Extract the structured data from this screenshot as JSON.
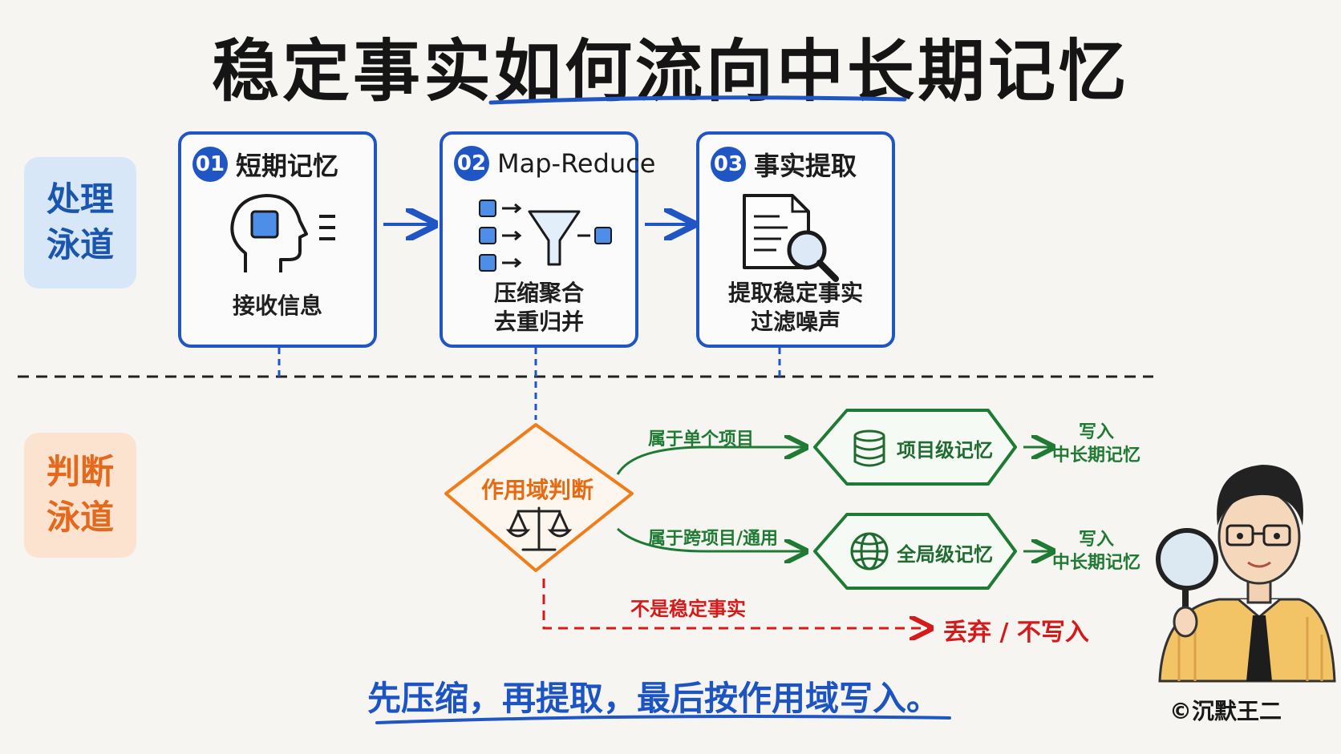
{
  "title": "稳定事实如何流向中长期记忆",
  "lanes": {
    "process": [
      "处理",
      "泳道"
    ],
    "judge": [
      "判断",
      "泳道"
    ]
  },
  "steps": [
    {
      "num": "01",
      "title": "短期记忆",
      "desc": [
        "接收信息"
      ]
    },
    {
      "num": "02",
      "title": "Map-Reduce",
      "desc": [
        "压缩聚合",
        "去重归并"
      ]
    },
    {
      "num": "03",
      "title": "事实提取",
      "desc": [
        "提取稳定事实",
        "过滤噪声"
      ]
    }
  ],
  "judge": {
    "diamond_label": "作用域判断",
    "branches": [
      {
        "condition": "属于单个项目",
        "target": "项目级记忆",
        "icon": "database-icon",
        "write": [
          "写入",
          "中长期记忆"
        ]
      },
      {
        "condition": "属于跨项目/通用",
        "target": "全局级记忆",
        "icon": "globe-icon",
        "write": [
          "写入",
          "中长期记忆"
        ]
      }
    ],
    "discard_condition": "不是稳定事实",
    "discard_label": "丢弃 / 不写入"
  },
  "summary": "先压缩，再提取，最后按作用域写入。",
  "credit": "©沉默王二",
  "colors": {
    "process_blue": "#1f56c4",
    "judge_orange": "#f07c1a",
    "branch_green": "#1f7a34",
    "discard_red": "#d41b1b"
  }
}
